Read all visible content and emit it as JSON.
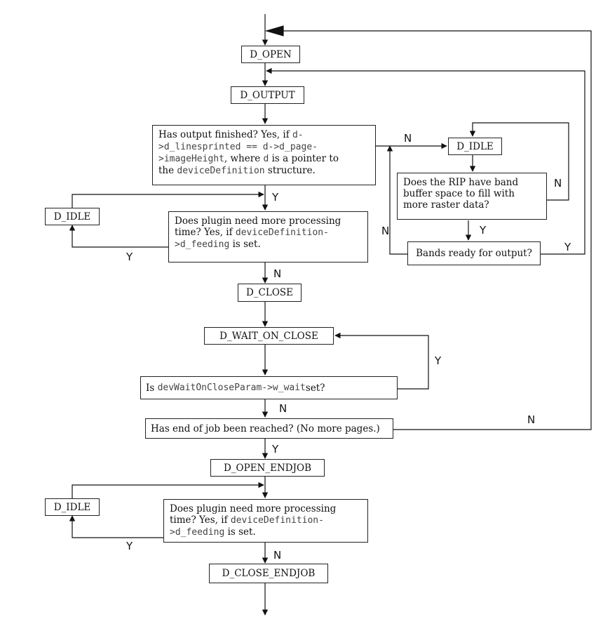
{
  "states": {
    "open": "D_OPEN",
    "output": "D_OUTPUT",
    "idle_right": "D_IDLE",
    "idle_left1": "D_IDLE",
    "close": "D_CLOSE",
    "wait_on_close": "D_WAIT_ON_CLOSE",
    "open_endjob": "D_OPEN_ENDJOB",
    "idle_left2": "D_IDLE",
    "close_endjob": "D_CLOSE_ENDJOB"
  },
  "questions": {
    "output_finished": {
      "t1": "Has output finished? Yes, if ",
      "c1": "d-",
      "c2": ">d_linesprinted == d->d_page-",
      "c3": ">imageHeight",
      "t2": ", where ",
      "c4": "d",
      "t3": " is a pointer to",
      "t4": "the ",
      "c5": "deviceDefinition",
      "t5": " structure."
    },
    "band_space": {
      "line1": "Does the RIP have band",
      "line2": "buffer space to fill with",
      "line3": "more raster data?"
    },
    "bands_ready": "Bands ready for output?",
    "plugin_time1": {
      "t1": "Does plugin need more processing",
      "t2": "time? Yes, if ",
      "c1": "deviceDefinition-",
      "c2": ">d_feeding",
      "t3": " is set."
    },
    "wait_param": {
      "t1": "Is ",
      "c1": "devWaitOnCloseParam->w_wait",
      "t2": " set?"
    },
    "end_of_job": "Has end of job been reached? (No more pages.)",
    "plugin_time2": {
      "t1": "Does plugin need more processing",
      "t2": "time? Yes, if ",
      "c1": "deviceDefinition-",
      "c2": ">d_feeding",
      "t3": " is set."
    }
  },
  "edge_labels": {
    "finished_no": "N",
    "band_no": "N",
    "band_yes": "Y",
    "bands_ready_no": "N",
    "bands_ready_yes": "Y",
    "finished_yes": "Y",
    "plugin1_yes": "Y",
    "plugin1_no": "N",
    "wait_yes": "Y",
    "wait_no": "N",
    "end_job_no": "N",
    "end_job_yes": "Y",
    "plugin2_yes": "Y",
    "plugin2_no": "N"
  },
  "colors": {
    "line": "#111111",
    "box_border": "#222222",
    "code_text": "#444444"
  }
}
